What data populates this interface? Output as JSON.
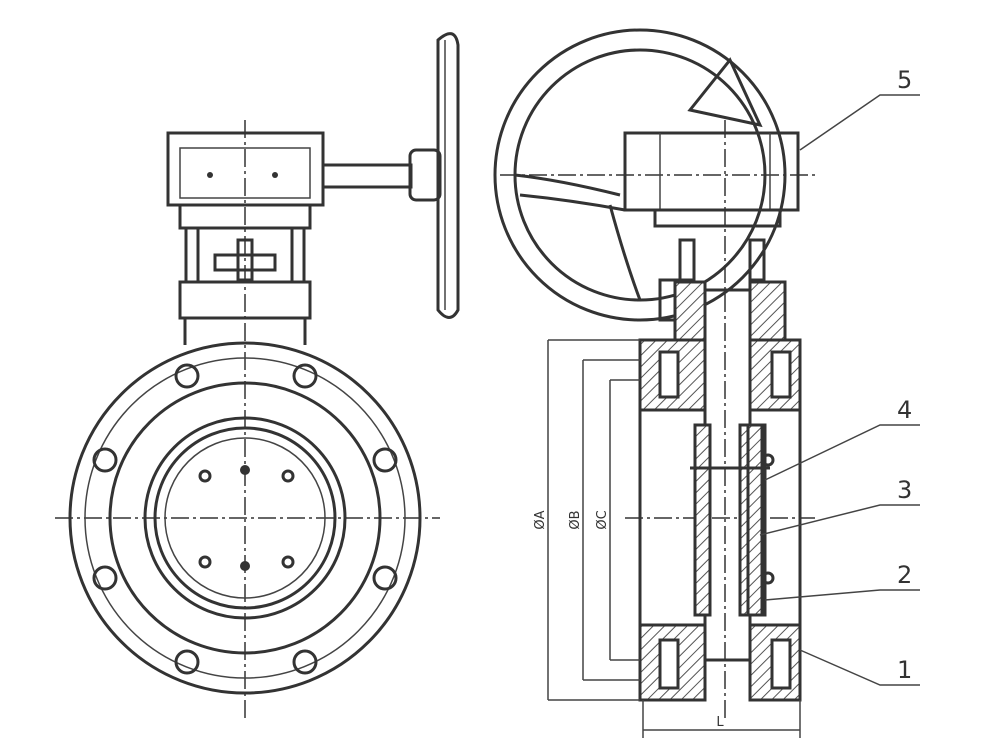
{
  "title": "Worm-gear flanged butterfly valve drawing",
  "part_labels": [
    "5",
    "4",
    "3",
    "2",
    "1"
  ],
  "dimensions": {
    "a": "ØA",
    "b": "ØB",
    "c": "ØC",
    "length": "L"
  },
  "colors": {
    "line": "#333333",
    "background": "#ffffff"
  }
}
